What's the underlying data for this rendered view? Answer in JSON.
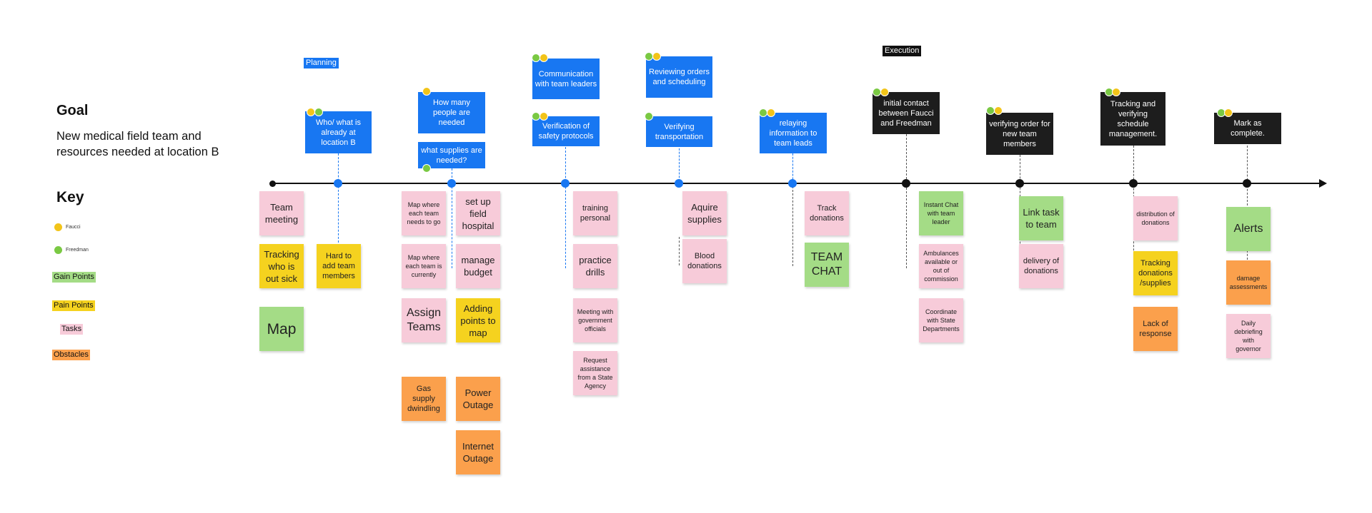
{
  "goal": {
    "title": "Goal",
    "text": "New medical field team and resources needed at location B"
  },
  "key": {
    "title": "Key",
    "faucci": "Faucci",
    "freedman": "Freedman",
    "gain": "Gain Points",
    "pain": "Pain Points",
    "tasks": "Tasks",
    "obstacles": "Obstacles",
    "colors": {
      "faucci": "#f2c419",
      "freedman": "#7ac943",
      "gain": "#a4dc86",
      "pain": "#f5d21f",
      "tasks": "#f7cbd9",
      "obstacles": "#fba04c"
    }
  },
  "phases": {
    "planning": "Planning",
    "execution": "Execution"
  },
  "steps": [
    {
      "label": "Who/ what is already at location B"
    },
    {
      "label": "How many people are needed",
      "label2": "what supplies are needed?"
    },
    {
      "label": "Communication with team leaders",
      "label2": "Verification of safety protocols"
    },
    {
      "label": "Reviewing orders and scheduling",
      "label2": "Verifying transportation"
    },
    {
      "label": "relaying information to team leads"
    },
    {
      "label": "initial contact between Faucci and Freedman"
    },
    {
      "label": "verifying order for new team members"
    },
    {
      "label": "Tracking and verifying schedule management."
    },
    {
      "label": "Mark as complete."
    }
  ],
  "stickies": {
    "c0": [
      "Team meeting",
      "Tracking who is out sick",
      "Map"
    ],
    "c1": [
      "Hard to add team members"
    ],
    "c2a": [
      "Map where each team needs to go",
      "Map where each team is currently",
      "Assign Teams",
      "Gas supply dwindling"
    ],
    "c2b": [
      "set up field hospital",
      "manage budget",
      "Adding points to map",
      "Power Outage",
      "Internet Outage"
    ],
    "c3": [
      "training personal",
      "practice drills",
      "Meeting with government officials",
      "Request assistance from a State Agency"
    ],
    "c4": [
      "Aquire supplies",
      "Blood donations"
    ],
    "c5": [
      "Track donations",
      "TEAM CHAT"
    ],
    "c6": [
      "Instant Chat with team leader",
      "Ambulances available or out of commission",
      "Coordinate with State Departments"
    ],
    "c7": [
      "Link task to team",
      "delivery of donations"
    ],
    "c8": [
      "distribution of donations",
      "Tracking donations /supplies",
      "Lack of response"
    ],
    "c9": [
      "Alerts",
      "damage assessments",
      "Daily debriefing with governor"
    ]
  }
}
